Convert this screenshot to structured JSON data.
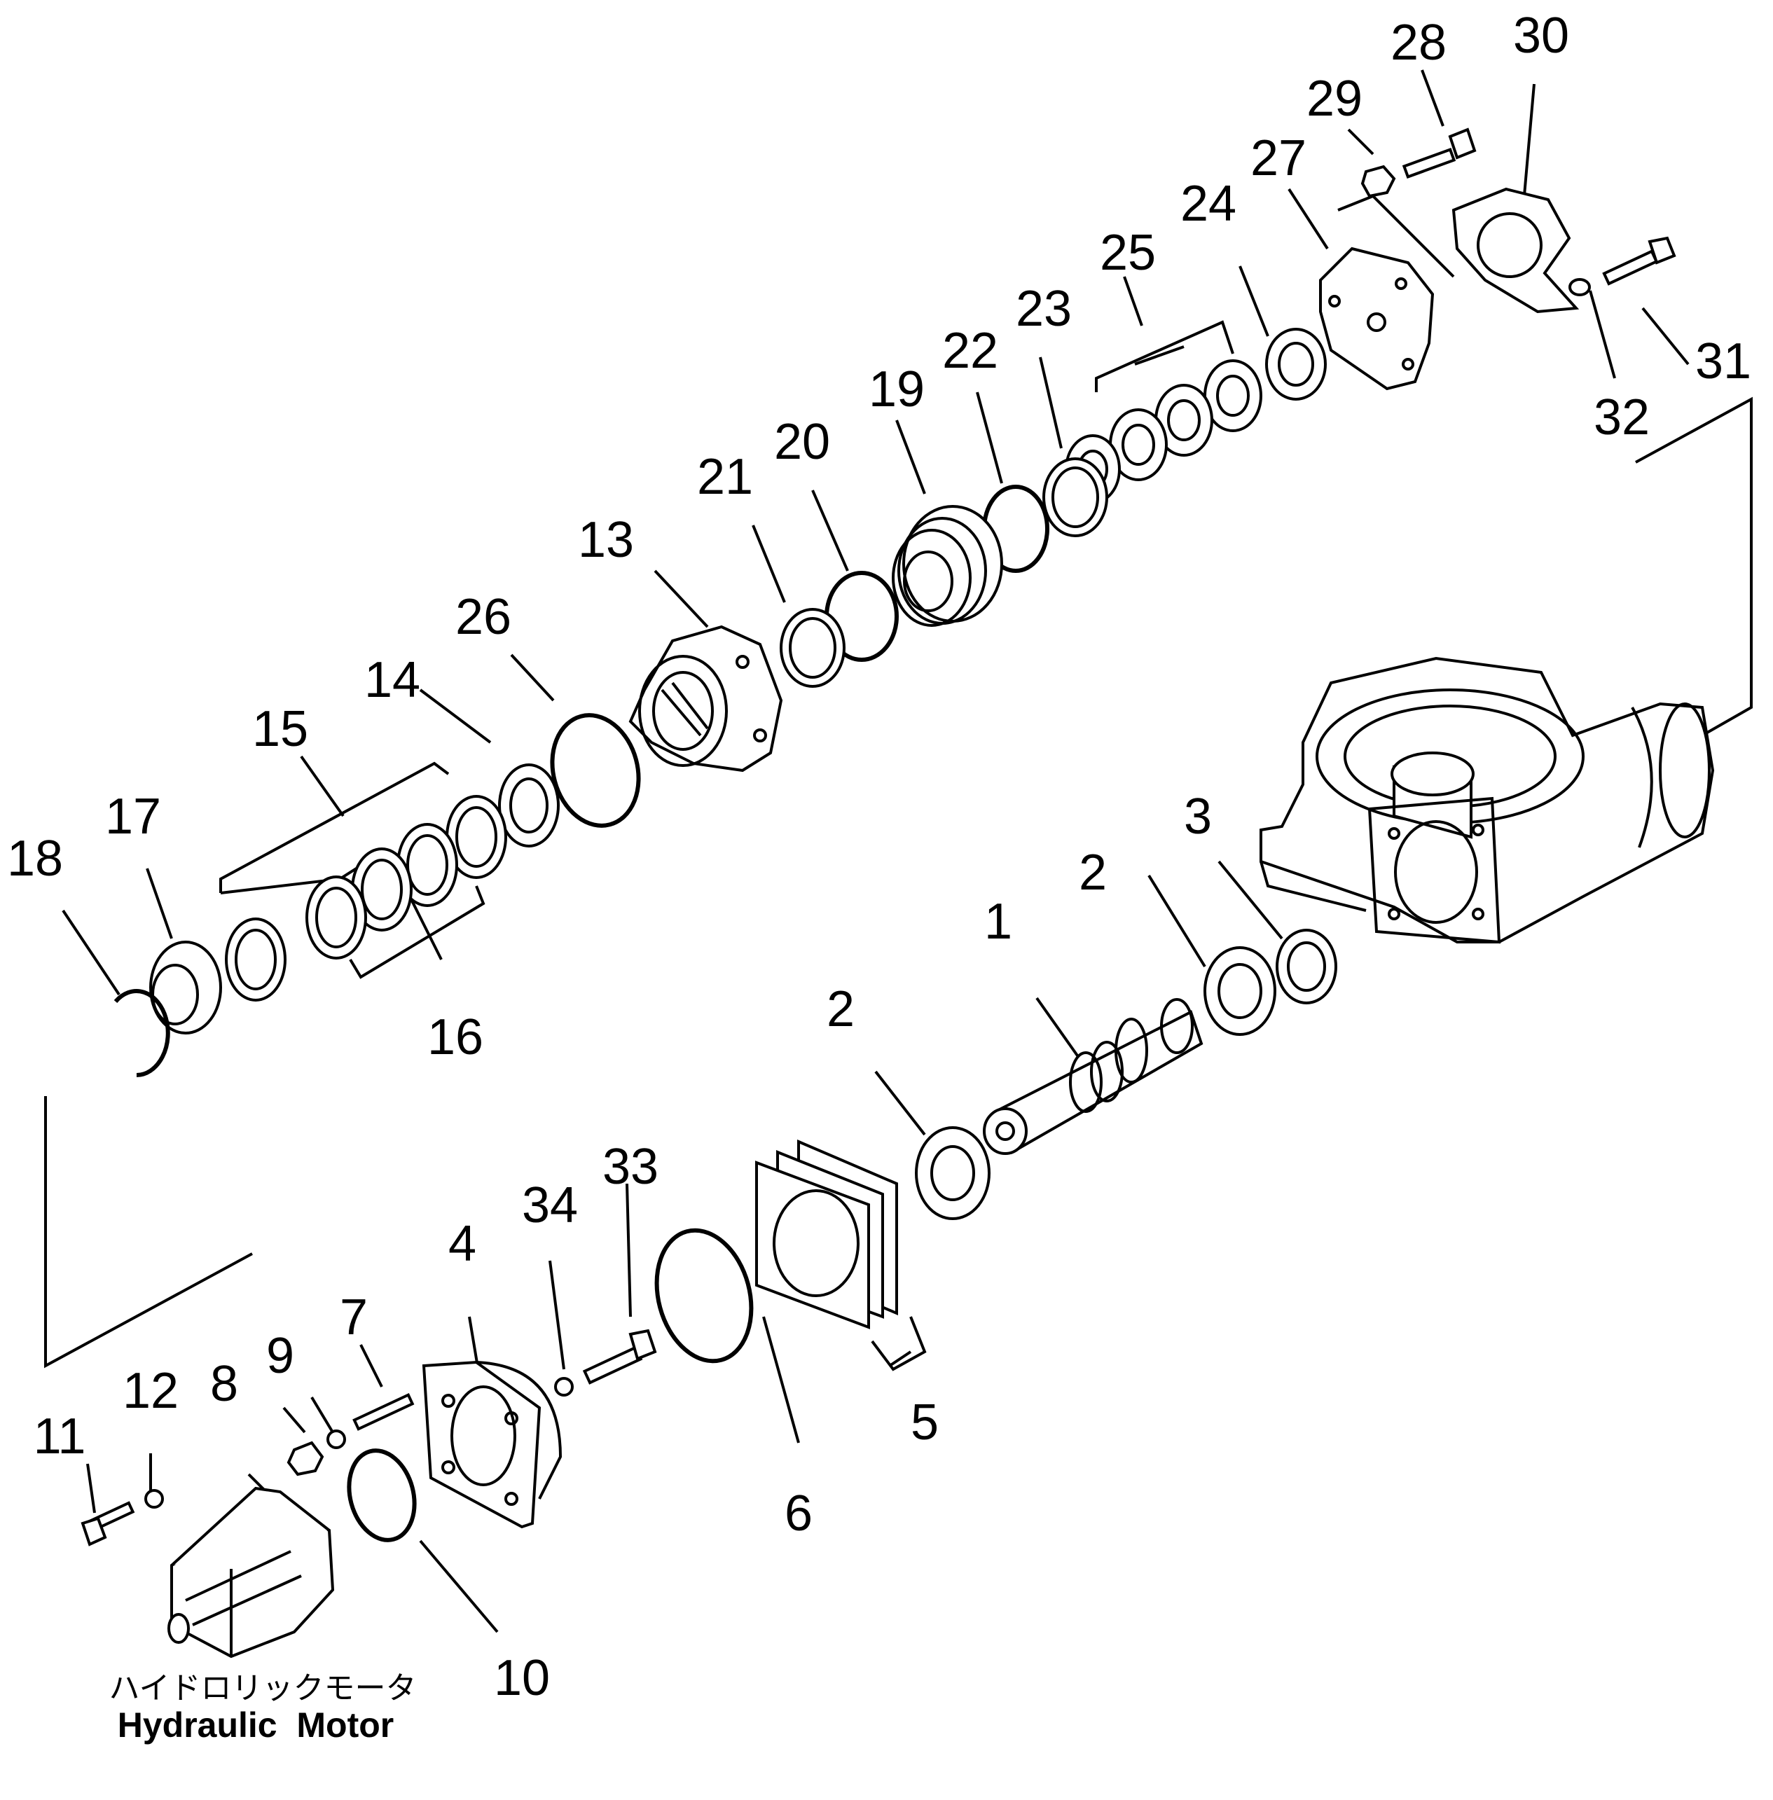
{
  "parts": [
    {
      "number": "1"
    },
    {
      "number": "2"
    },
    {
      "number": "2"
    },
    {
      "number": "3"
    },
    {
      "number": "4"
    },
    {
      "number": "5"
    },
    {
      "number": "6"
    },
    {
      "number": "7"
    },
    {
      "number": "8"
    },
    {
      "number": "9"
    },
    {
      "number": "10"
    },
    {
      "number": "11"
    },
    {
      "number": "12"
    },
    {
      "number": "13"
    },
    {
      "number": "14"
    },
    {
      "number": "15"
    },
    {
      "number": "16"
    },
    {
      "number": "17"
    },
    {
      "number": "18"
    },
    {
      "number": "19"
    },
    {
      "number": "20"
    },
    {
      "number": "21"
    },
    {
      "number": "22"
    },
    {
      "number": "23"
    },
    {
      "number": "24"
    },
    {
      "number": "25"
    },
    {
      "number": "26"
    },
    {
      "number": "27"
    },
    {
      "number": "28"
    },
    {
      "number": "29"
    },
    {
      "number": "30"
    },
    {
      "number": "31"
    },
    {
      "number": "32"
    },
    {
      "number": "33"
    },
    {
      "number": "34"
    }
  ],
  "caption": {
    "japanese": "ハイドロリックモータ",
    "english": "Hydraulic  Motor"
  }
}
